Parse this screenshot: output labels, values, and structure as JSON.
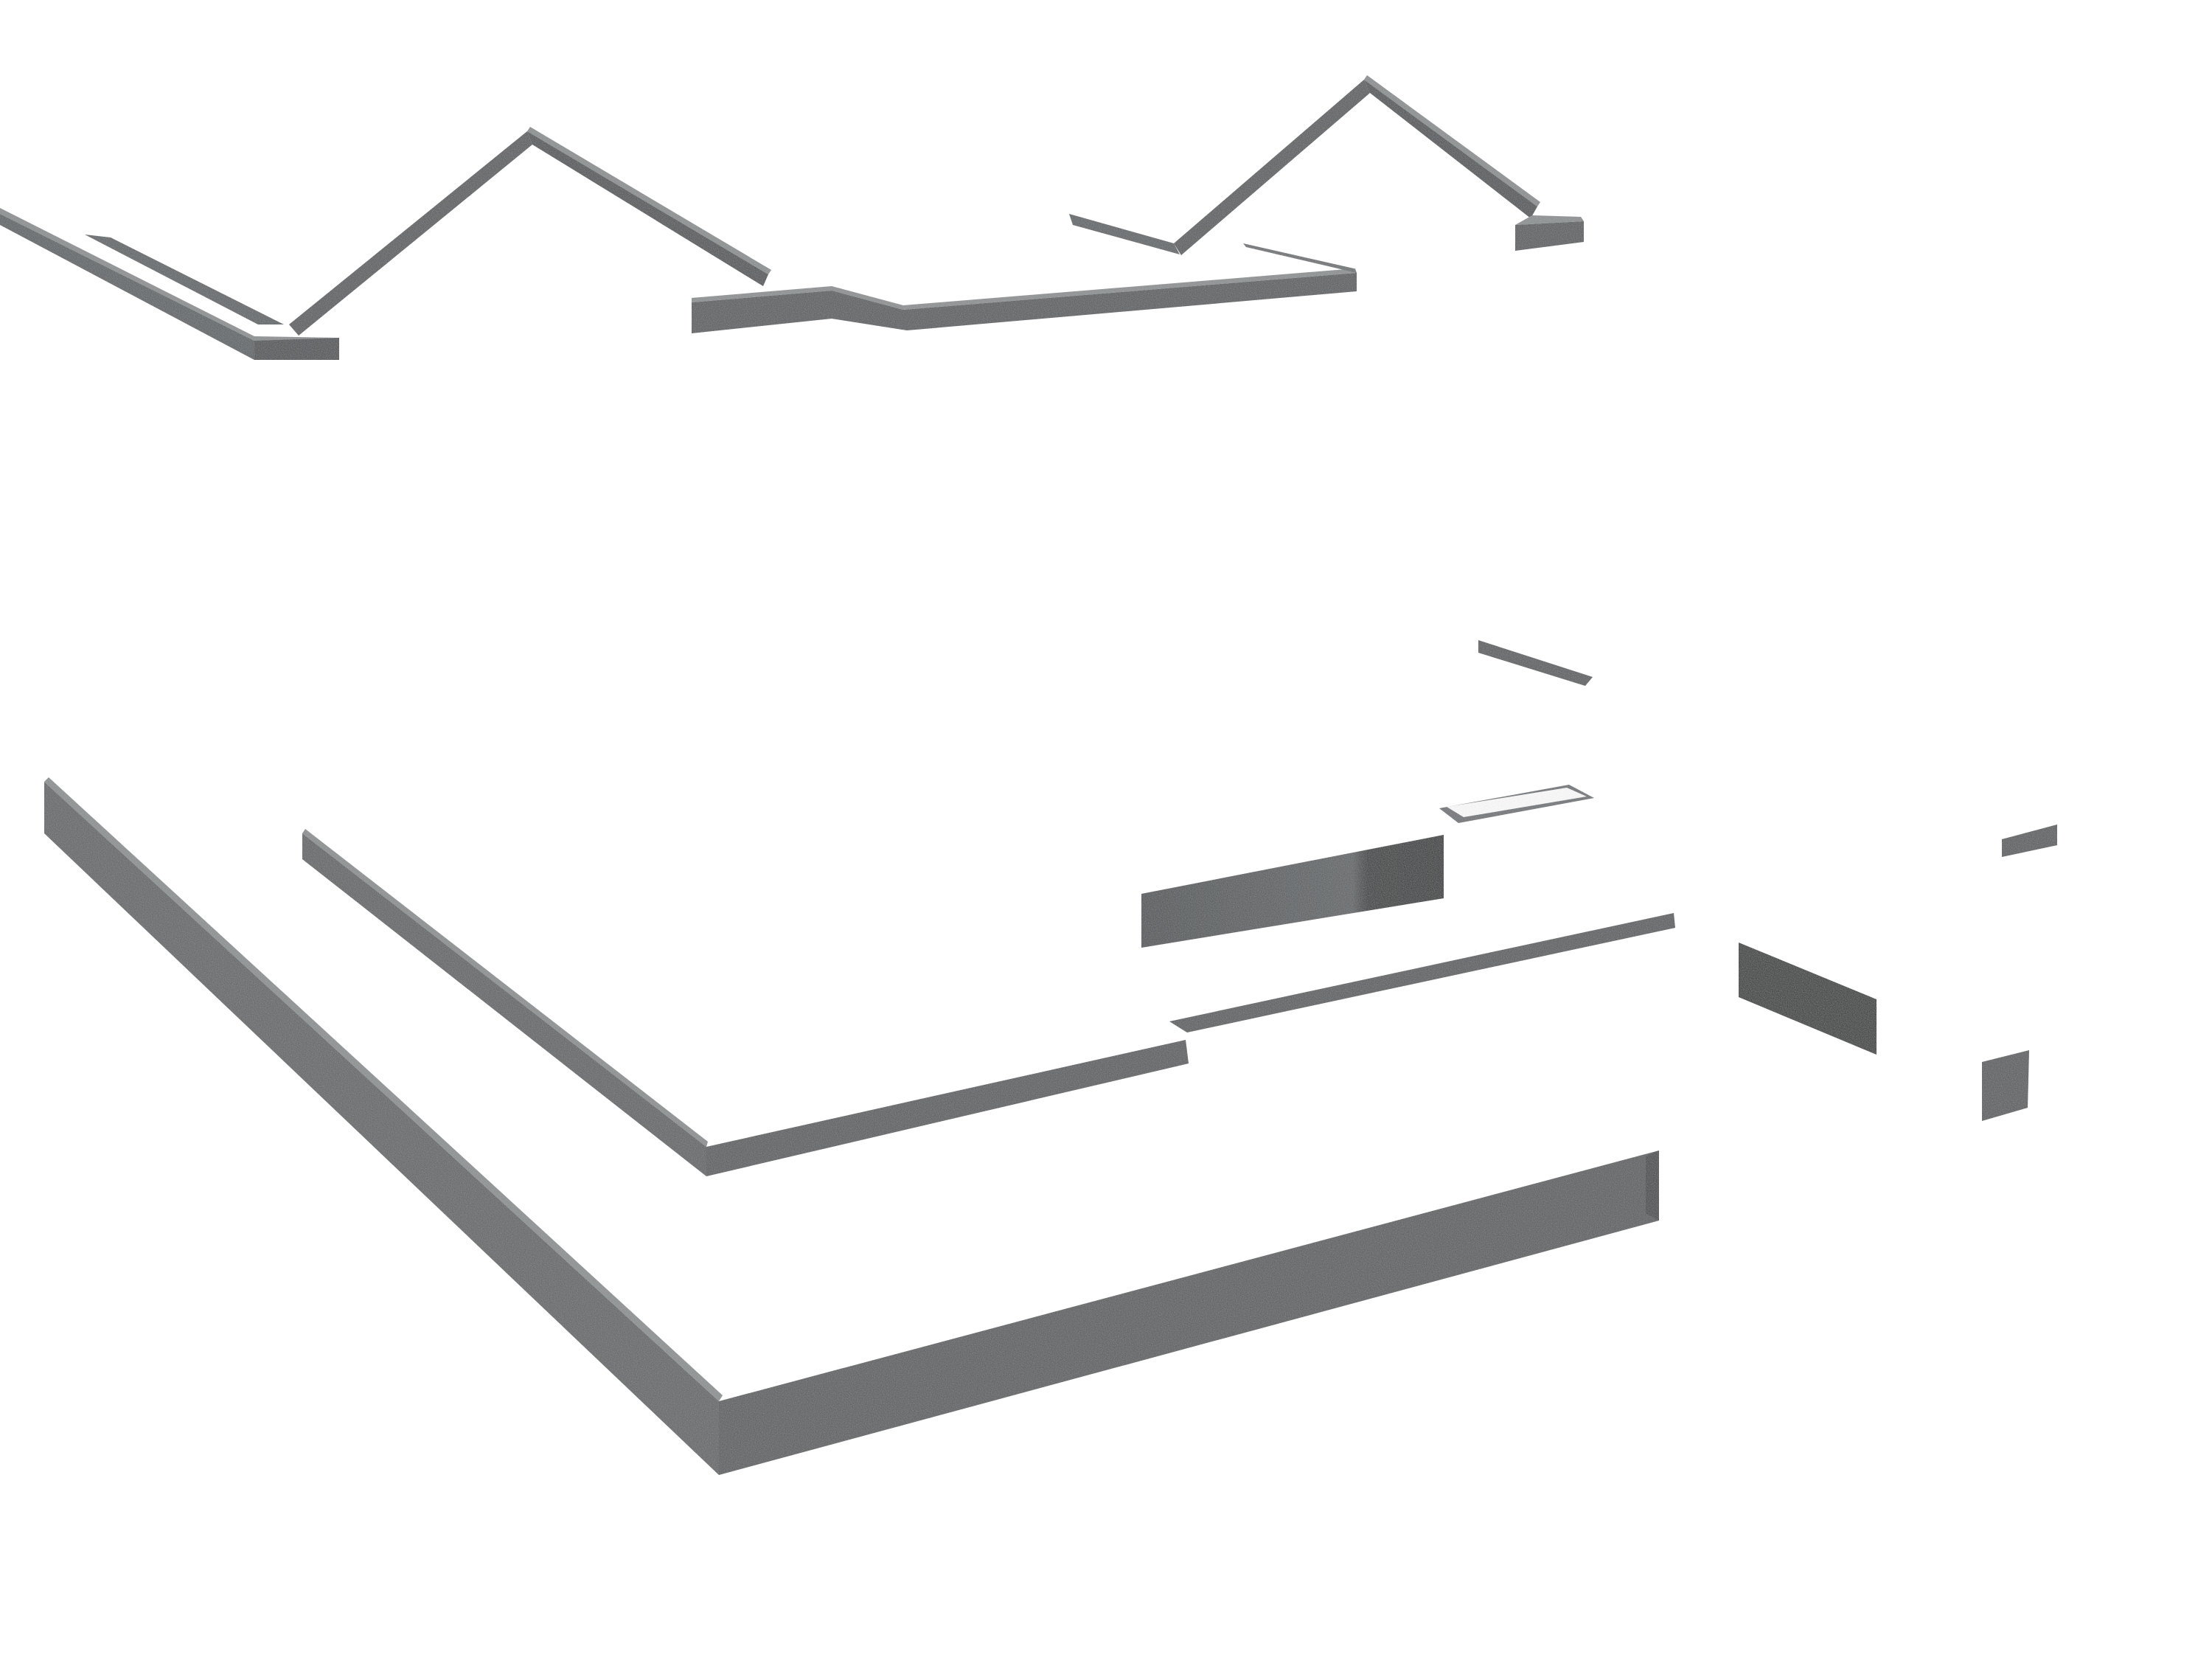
{
  "colors": {
    "background": "#ffffff",
    "side_face": "#555a5d",
    "side_face_light": "#6b7072",
    "side_face_dark": "#3c3f42",
    "edge_highlight": "#8a8e90",
    "texture_dot": "#2e3133"
  },
  "elements": [
    "roof-fascia-left",
    "roof-gable-left",
    "roof-fascia-middle",
    "roof-gable-right",
    "roof-fascia-right-stub",
    "upper-slab-edge",
    "main-slab-edge",
    "floating-fragments"
  ]
}
